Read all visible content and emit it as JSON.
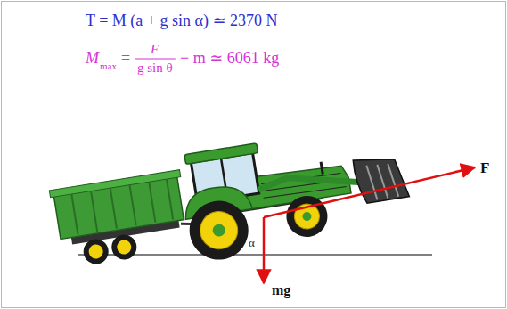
{
  "diagram": {
    "labels": [
      "T = M (a + g sin α) ≃ 2370 N",
      "M",
      "max",
      "=",
      "F",
      "g sin θ",
      "− m ≃ 6061 kg",
      "F",
      "mg",
      "α"
    ]
  }
}
